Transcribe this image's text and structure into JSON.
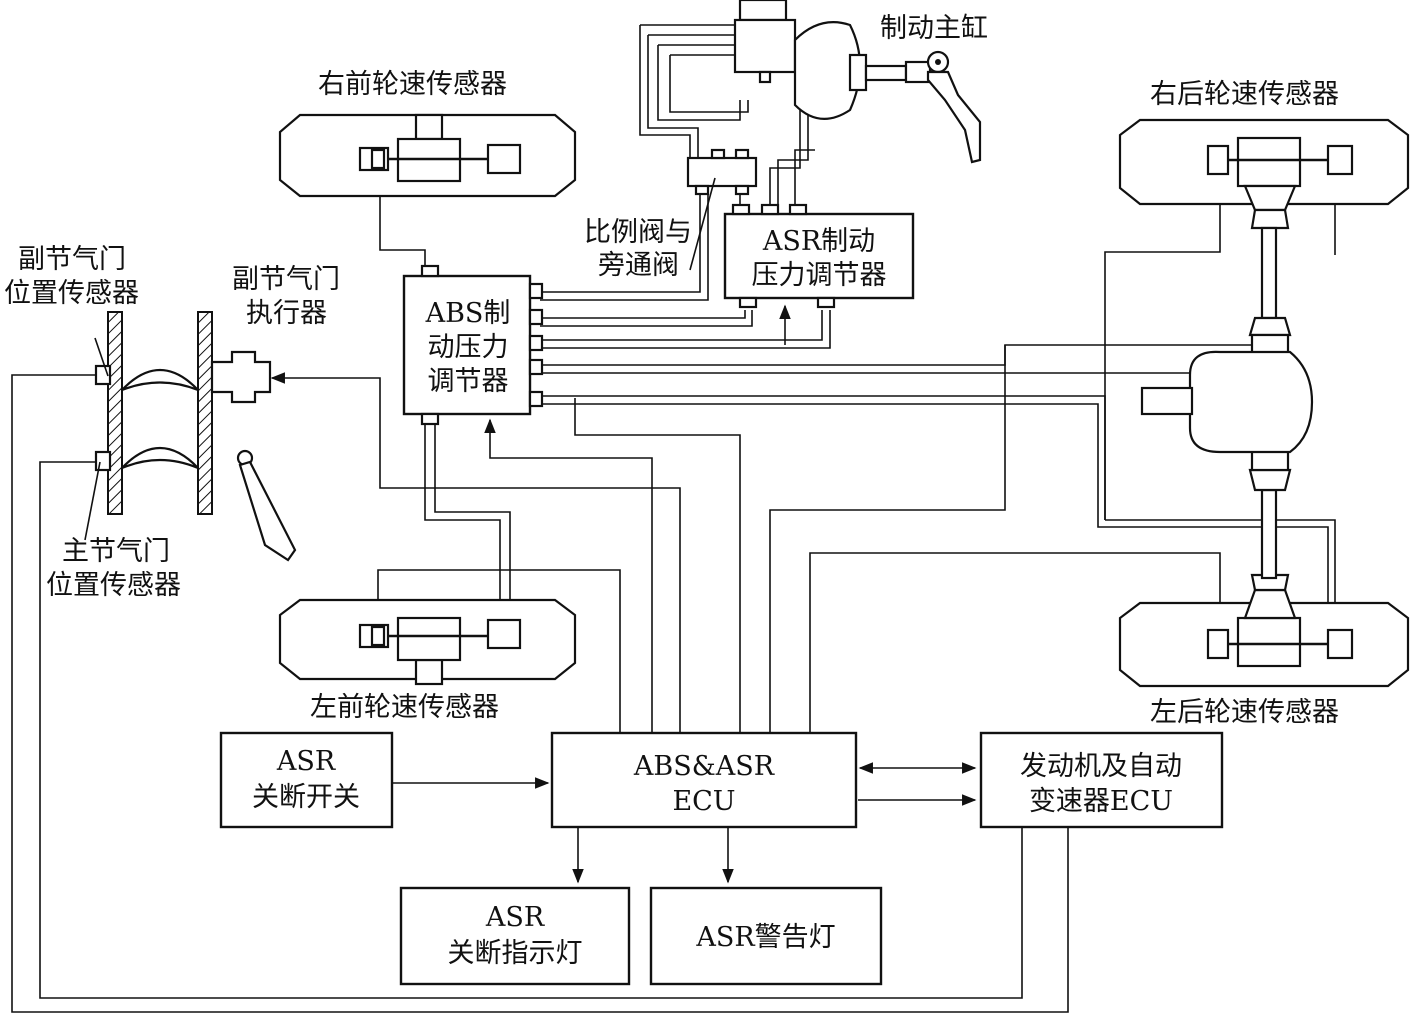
{
  "labels": {
    "master_cylinder": "制动主缸",
    "front_right_sensor": "右前轮速传感器",
    "rear_right_sensor": "右后轮速传感器",
    "front_left_sensor": "左前轮速传感器",
    "rear_left_sensor": "左后轮速传感器",
    "sub_throttle_sensor": [
      "副节气门",
      "位置传感器"
    ],
    "sub_throttle_actuator": [
      "副节气门",
      "执行器"
    ],
    "main_throttle_sensor": [
      "主节气门",
      "位置传感器"
    ],
    "proportion_valve": [
      "比例阀与",
      "旁通阀"
    ]
  },
  "boxes": {
    "abs_regulator": [
      "ABS制",
      "动压力",
      "调节器"
    ],
    "asr_regulator": [
      "ASR制动",
      "压力调节器"
    ],
    "asr_switch": [
      "ASR",
      "关断开关"
    ],
    "ecu": [
      "ABS&ASR",
      "ECU"
    ],
    "engine_ecu": [
      "发动机及自动",
      "变速器ECU"
    ],
    "asr_off_lamp": [
      "ASR",
      "关断指示灯"
    ],
    "asr_warning_lamp": [
      "ASR警告灯"
    ]
  }
}
